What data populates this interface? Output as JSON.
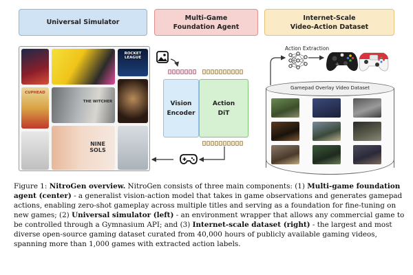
{
  "figure": {
    "headers": {
      "left": "Universal Simulator",
      "mid_line1": "Multi-Game",
      "mid_line2": "Foundation Agent",
      "right_line1": "Internet-Scale",
      "right_line2": "Video-Action Dataset"
    },
    "game_tiles": {
      "rocket_league": "ROCKET LEAGUE",
      "cuphead": "CUPHEAD",
      "witcher": "THE WITCHER",
      "nine_sols": "NINE SOLS"
    },
    "vision_encoder_line1": "Vision",
    "vision_encoder_line2": "Encoder",
    "dit_line1": "Action",
    "dit_line2": "DiT",
    "action_extraction": "Action Extraction",
    "dataset_label": "Gamepad Overlay Video Dataset",
    "colors": {
      "header_left": "#cfe3f5",
      "header_mid": "#f6d3d1",
      "header_right": "#fbeac6",
      "encoder": "#d7ebf9",
      "dit": "#d6f0d2",
      "controller_red": "#d9323a"
    },
    "icons": [
      "image-icon",
      "gamepad-icon",
      "neural-net-icon",
      "xbox-controller-icon",
      "playstation-controller-icon",
      "database-icon"
    ]
  },
  "caption": {
    "figure_label": "Figure 1:",
    "title": "NitroGen overview.",
    "t1": "NitroGen consists of three main components: (1)",
    "b1": "Multi-game foundation agent (center)",
    "t2": "- a generalist vision-action model that takes in game observations and generates gamepad actions, enabling zero-shot gameplay across multiple titles and serving as a foundation for fine-tuning on new games; (2)",
    "b2": "Universal simulator (left)",
    "t3": "- an environment wrapper that allows any commercial game to be controlled through a Gymnasium API; and (3)",
    "b3": "Internet-scale dataset (right)",
    "t4": "- the largest and most diverse open-source gaming dataset curated from 40,000 hours of publicly available gaming videos, spanning more than 1,000 games with extracted action labels."
  }
}
